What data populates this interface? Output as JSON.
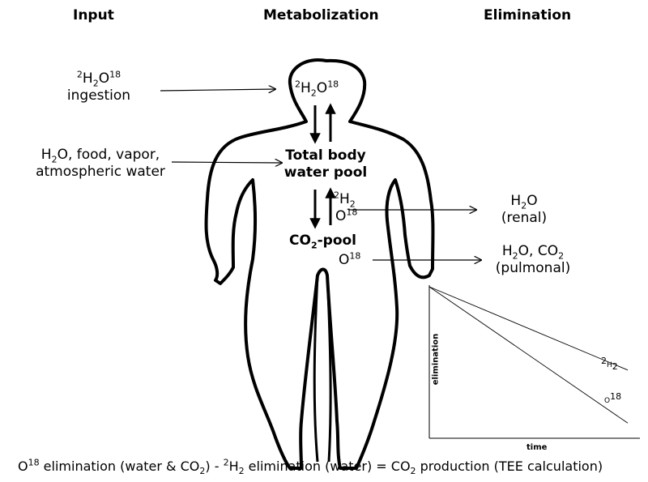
{
  "headers": {
    "input": "Input",
    "metabolization": "Metabolization",
    "elimination": "Elimination"
  },
  "input": {
    "ingestion_sup_pre": "2",
    "ingestion_h": "H",
    "ingestion_sub": "2",
    "ingestion_o": "O",
    "ingestion_sup_post": "18",
    "ingestion_word": "ingestion",
    "other_h": "H",
    "other_sub": "2",
    "other_rest": "O, food, vapor,",
    "other_line2": "atmospheric water"
  },
  "body": {
    "top_sup_pre": "2",
    "top_h": "H",
    "top_sub": "2",
    "top_o": "O",
    "top_sup_post": "18",
    "pool_line1": "Total body",
    "pool_line2": "water pool",
    "iso_sup": "2",
    "iso_h": "H",
    "iso_sub": "2",
    "iso_o": "O",
    "iso_o_sup": "18",
    "co2_co": "CO",
    "co2_sub": "2",
    "co2_rest": "-pool",
    "low_o": "O",
    "low_o_sup": "18"
  },
  "elimination": {
    "renal_h": "H",
    "renal_sub": "2",
    "renal_o": "O",
    "renal_word": "(renal)",
    "pulm_h": "H",
    "pulm_sub": "2",
    "pulm_mid": "O, CO",
    "pulm_sub2": "2",
    "pulm_word": "(pulmonal)"
  },
  "chart_data": {
    "type": "line",
    "xlabel": "time",
    "ylabel": "elimination",
    "series": [
      {
        "name": "2H2",
        "x": [
          0,
          1
        ],
        "y": [
          1.0,
          0.45
        ]
      },
      {
        "name": "O18",
        "x": [
          0,
          1
        ],
        "y": [
          1.0,
          0.1
        ]
      }
    ],
    "series_labels": {
      "h_sup": "2",
      "h": "H",
      "h_sub": "2",
      "o": "O",
      "o_sup": "18"
    },
    "xlim": [
      0,
      1
    ],
    "ylim": [
      0,
      1
    ]
  },
  "footer": {
    "p1_o": "O",
    "p1_sup": "18",
    "p1_text": " elimination (water & CO",
    "p1_sub": "2",
    "p1_close": ") - ",
    "p2_sup": "2",
    "p2_h": "H",
    "p2_sub": "2",
    "p2_text": " elimination (water) = CO",
    "p2_sub2": "2",
    "p2_text2": " production (TEE calculation)"
  }
}
